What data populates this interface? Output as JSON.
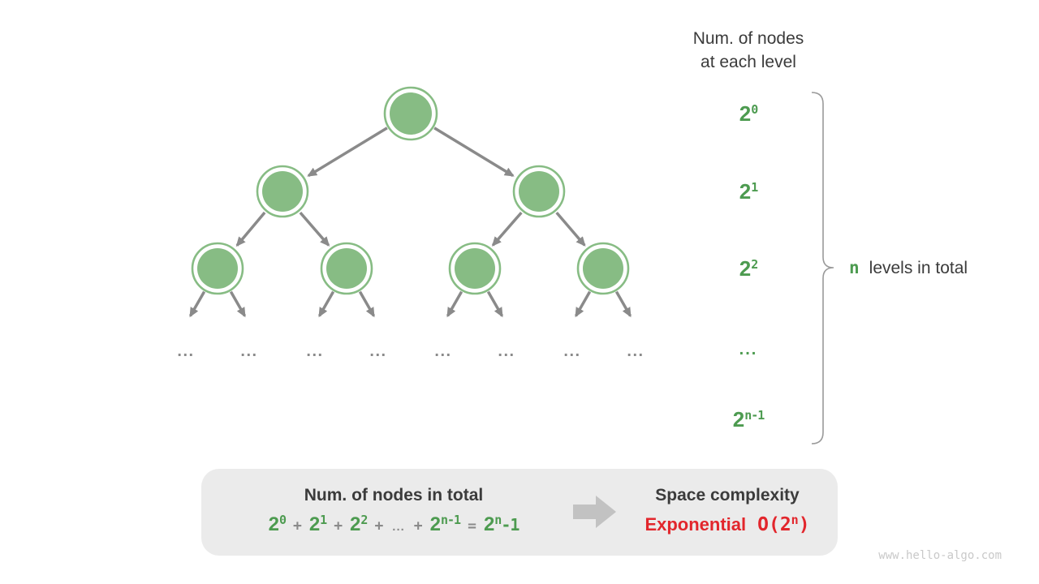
{
  "header": {
    "line1": "Num. of nodes",
    "line2": "at each level"
  },
  "levels": {
    "items": [
      {
        "base": "2",
        "sup": "0"
      },
      {
        "base": "2",
        "sup": "1"
      },
      {
        "base": "2",
        "sup": "2"
      },
      {
        "base": "...",
        "sup": ""
      },
      {
        "base": "2",
        "sup": "n-1"
      }
    ]
  },
  "brace_label": {
    "n": "n",
    "text": "levels in total"
  },
  "tree": {
    "dots": "...",
    "num_levels_shown": 3,
    "nodes_per_level": [
      1,
      2,
      4
    ]
  },
  "summary_box": {
    "left_title": "Num. of nodes in total",
    "formula": [
      {
        "t": "2",
        "s": "g"
      },
      {
        "t": "0",
        "s": "sup"
      },
      {
        "t": "+",
        "s": "op"
      },
      {
        "t": "2",
        "s": "g"
      },
      {
        "t": "1",
        "s": "sup"
      },
      {
        "t": "+",
        "s": "op"
      },
      {
        "t": "2",
        "s": "g"
      },
      {
        "t": "2",
        "s": "sup"
      },
      {
        "t": "+",
        "s": "op"
      },
      {
        "t": "...",
        "s": "dots"
      },
      {
        "t": "+",
        "s": "op"
      },
      {
        "t": "2",
        "s": "g"
      },
      {
        "t": "n-1",
        "s": "sup"
      },
      {
        "t": "=",
        "s": "op"
      },
      {
        "t": "2",
        "s": "g"
      },
      {
        "t": "n",
        "s": "sup"
      },
      {
        "t": "-1",
        "s": "g2"
      }
    ],
    "right_title": "Space complexity",
    "complexity_word": "Exponential",
    "big_o_prefix": "O(2",
    "big_o_sup": "n",
    "big_o_suffix": ")"
  },
  "watermark": "www.hello-algo.com",
  "colors": {
    "node_green": "#87bc84",
    "text_green": "#4d9b50",
    "arrow_gray": "#8a8a8a",
    "box_gray": "#ebebeb",
    "red": "#e2262c",
    "dark_text": "#3b3b3b"
  }
}
